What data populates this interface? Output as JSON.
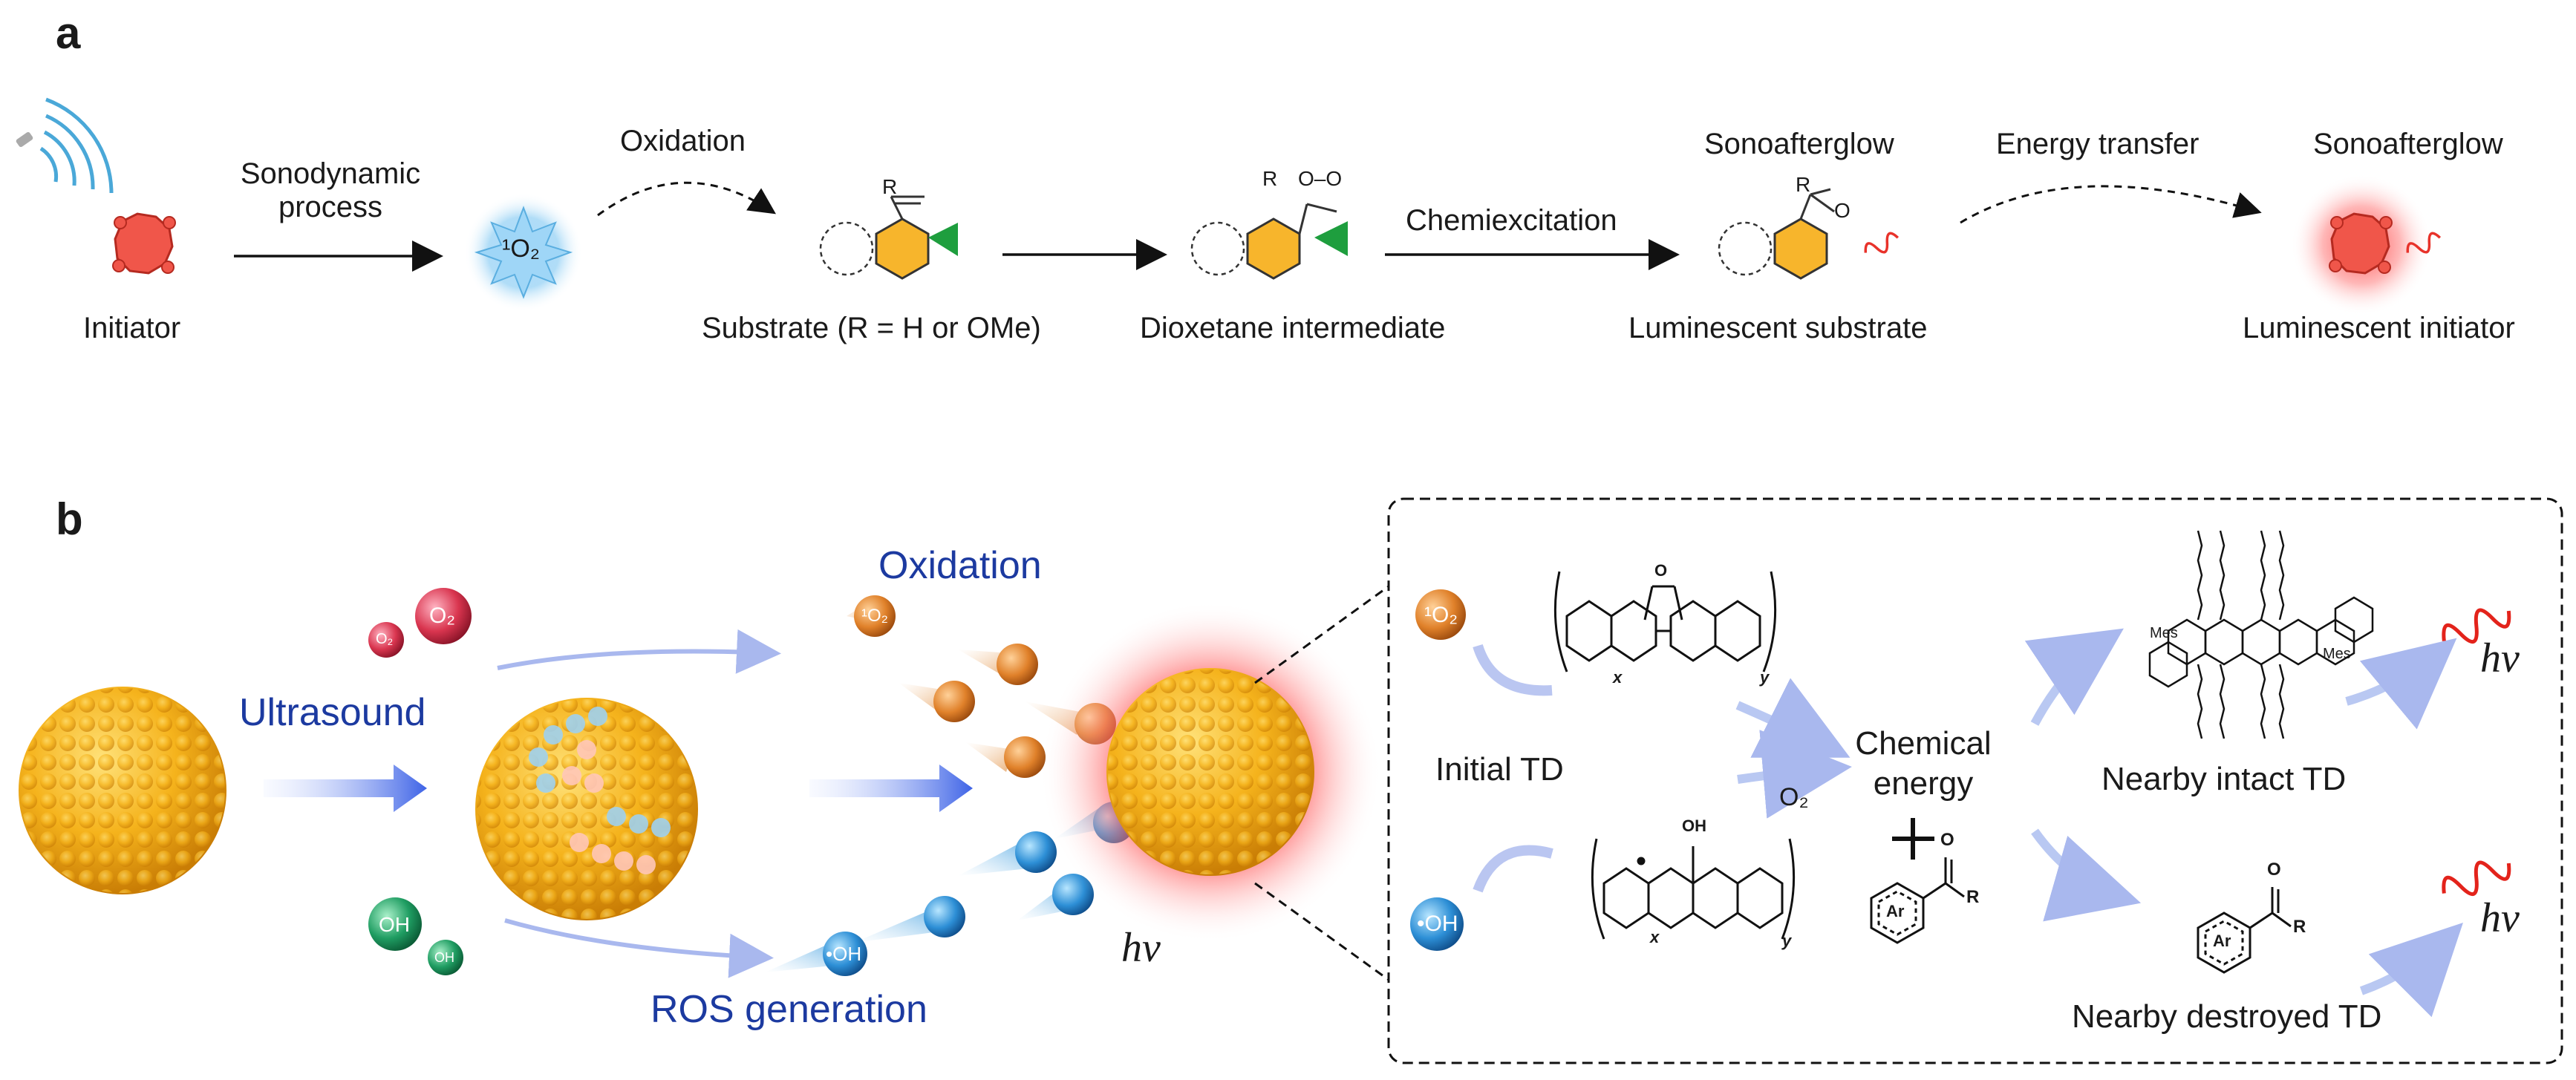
{
  "panel_a": {
    "letter": "a",
    "initiator": "Initiator",
    "sonodynamic_line1": "Sonodynamic",
    "sonodynamic_line2": "process",
    "singlet_o2": "¹O₂",
    "oxidation": "Oxidation",
    "substrate": "Substrate (R = H or OMe)",
    "dioxetane": "Dioxetane intermediate",
    "chemiexcitation": "Chemiexcitation",
    "sonoafterglow_1": "Sonoafterglow",
    "luminescent_substrate": "Luminescent substrate",
    "energy_transfer": "Energy transfer",
    "sonoafterglow_2": "Sonoafterglow",
    "luminescent_initiator": "Luminescent initiator",
    "R": "R",
    "O": "O",
    "OO": "O–O"
  },
  "panel_b": {
    "letter": "b",
    "ultrasound": "Ultrasound",
    "oxidation": "Oxidation",
    "ros_generation": "ROS generation",
    "hv_main": "hν",
    "o2_small": "O₂",
    "o2_big": "O₂",
    "oh_small": "OH",
    "oh_big": "OH",
    "singlet_o2_particle": "¹O₂",
    "oh_particle": "•OH",
    "inset": {
      "initial_td": "Initial TD",
      "o2_label": "O₂",
      "chemical_line1": "Chemical",
      "chemical_line2": "energy",
      "plus": "+",
      "nearby_intact": "Nearby intact TD",
      "nearby_destroyed": "Nearby destroyed TD",
      "hv_top": "hν",
      "hv_bottom": "hν",
      "singlet_o2": "¹O₂",
      "oh": "•OH",
      "ar": "Ar",
      "R": "R",
      "O": "O",
      "OH_label": "OH",
      "x": "x",
      "y": "y",
      "mes_top": "Mes",
      "mes_bottom": "Mes"
    }
  },
  "colors": {
    "hexagon": "#f7b52c",
    "triangle": "#1e9e3e",
    "red_glow": "#ff2a2a",
    "blue_text": "#1c3aa0",
    "arrow_blue": "#4f72e8",
    "initiator_red": "#f0564a"
  }
}
